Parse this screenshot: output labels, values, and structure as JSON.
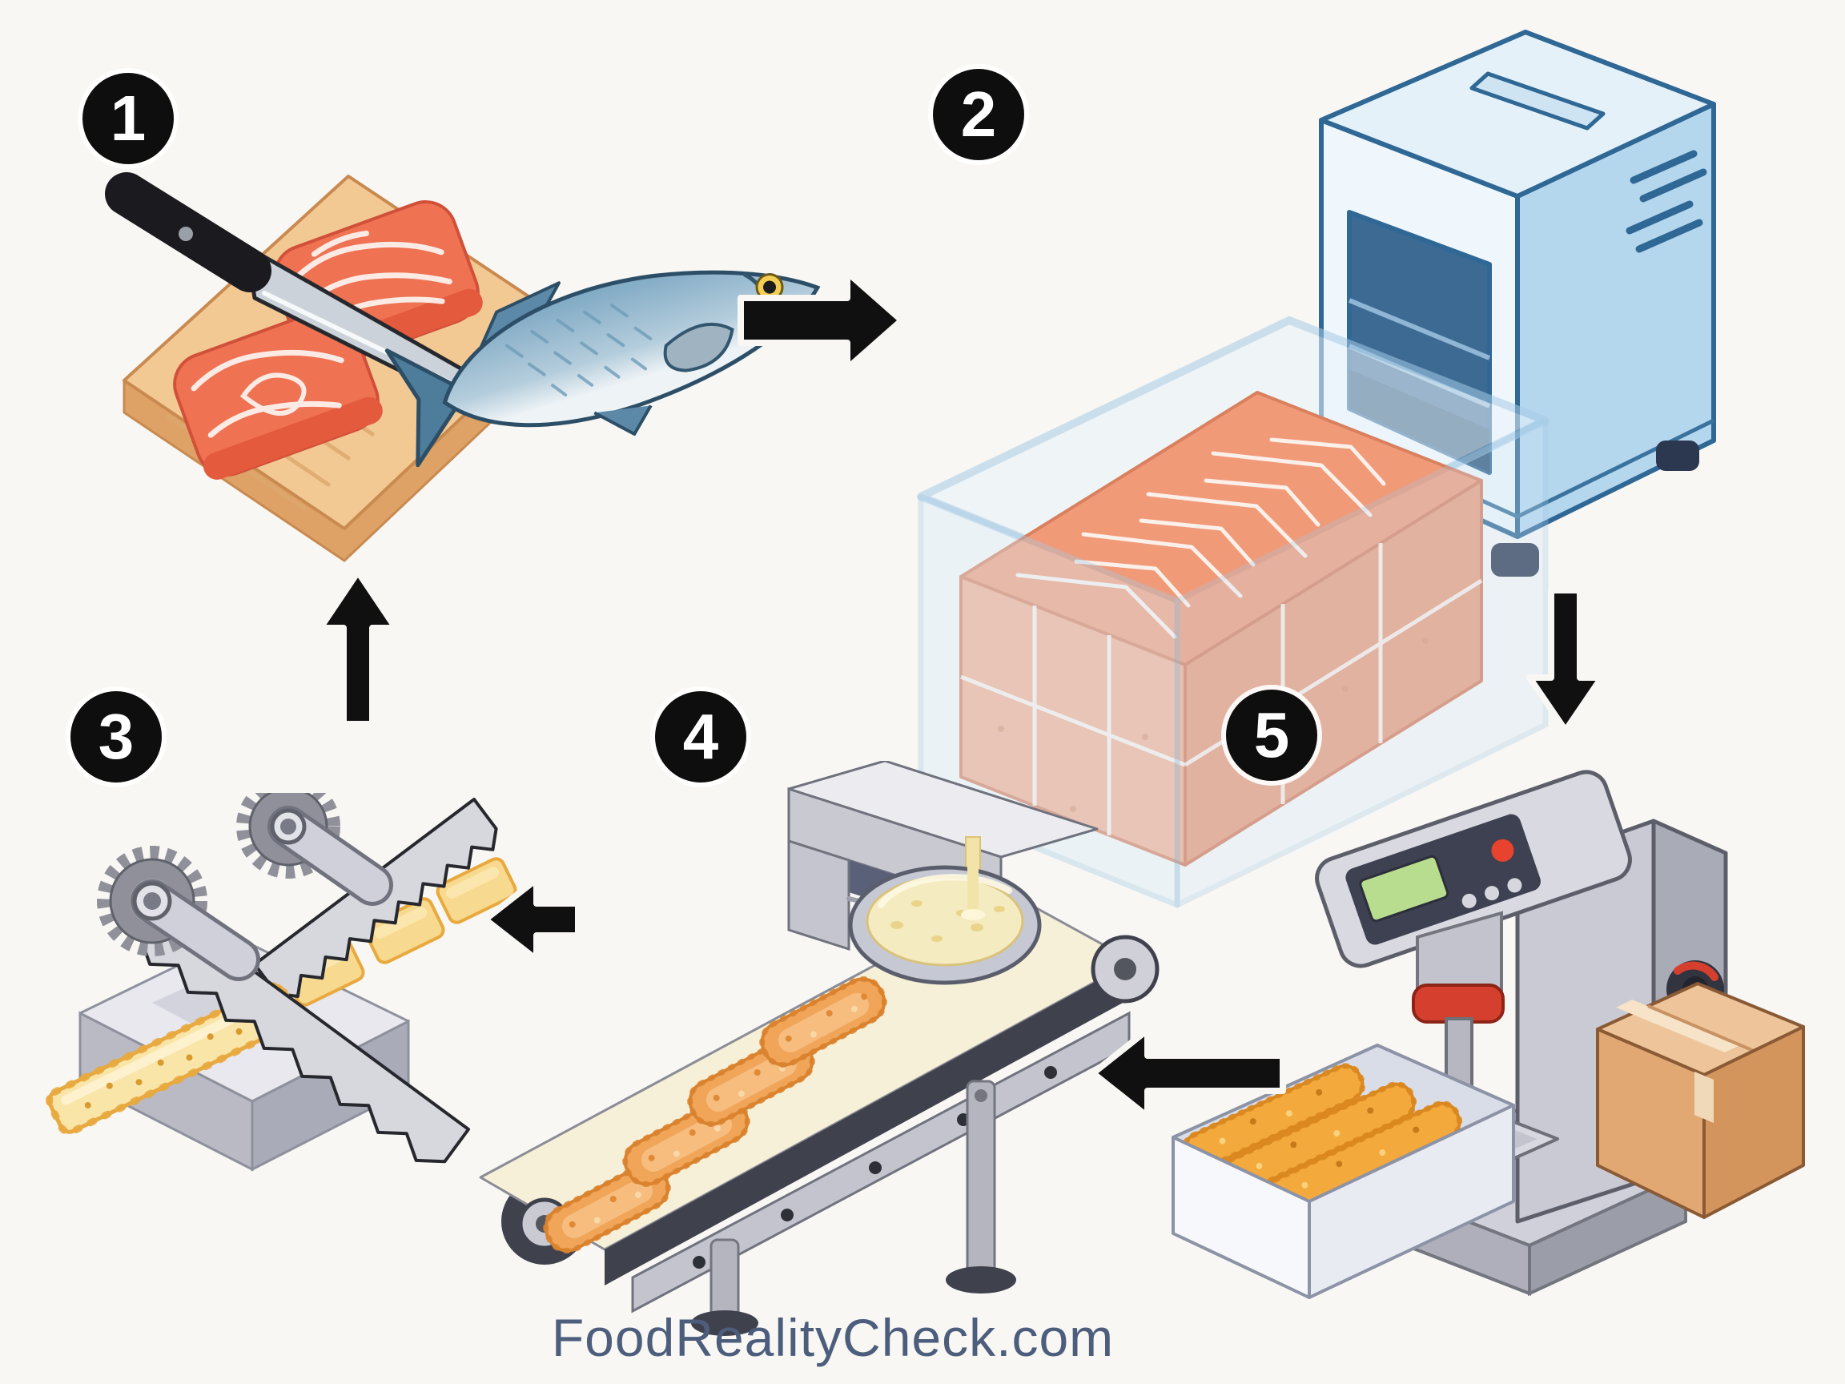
{
  "page": {
    "background_color": "#f8f7f4",
    "watermark": {
      "text": "FoodRealityCheck.com",
      "color": "#4d5e7d"
    }
  },
  "process": {
    "subject": "fish-stick-production-cycle",
    "badge_style": {
      "background": "#0e0e0e",
      "text_color": "#ffffff"
    },
    "steps": [
      {
        "number": "1",
        "icon": "knife-cutting-salmon-fillets-on-board-icon"
      },
      {
        "number": "2",
        "icon": "salmon-block-entering-freezer-machine-icon"
      },
      {
        "number": "3",
        "icon": "gear-saw-blades-cutting-frozen-sticks-icon"
      },
      {
        "number": "4",
        "icon": "conveyor-belt-batter-coating-icon"
      },
      {
        "number": "5",
        "icon": "press-packaging-machine-with-boxes-icon"
      }
    ],
    "arrows": [
      {
        "from": "1",
        "to": "2",
        "direction": "right"
      },
      {
        "from": "2",
        "to": "5",
        "direction": "down"
      },
      {
        "from": "5",
        "to": "4",
        "direction": "left"
      },
      {
        "from": "4",
        "to": "3",
        "direction": "left"
      },
      {
        "from": "3",
        "to": "1",
        "direction": "up"
      }
    ],
    "palette": {
      "arrow": "#101010",
      "salmon_flesh": "#ef7252",
      "salmon_block_top": "#f19a78",
      "board_wood": "#f3c993",
      "freezer_blue": "#b5d7ee",
      "ice_glass": "#d7ebf8",
      "metal_gray": "#c9cad3",
      "batter_cream": "#f5ebc0",
      "breaded_stick": "#f0a558",
      "frozen_stick": "#f9e5a8",
      "cardboard": "#e2a873",
      "alert_red": "#e8432e",
      "lcd_green": "#b9dd8e"
    }
  }
}
